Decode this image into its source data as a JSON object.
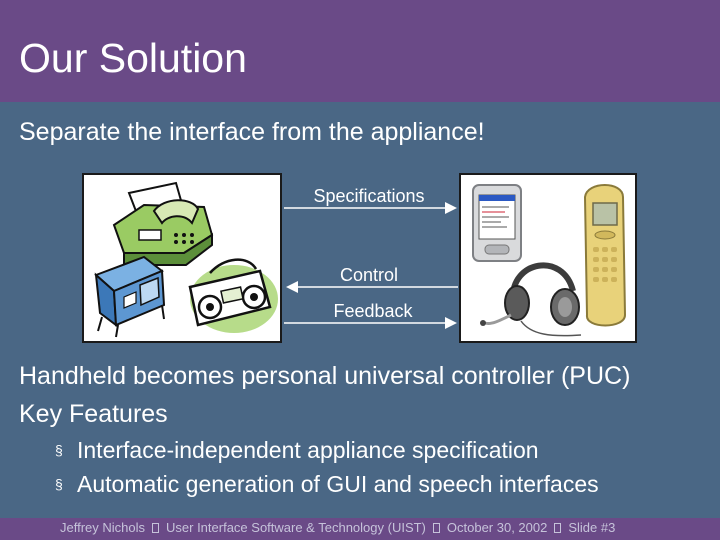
{
  "slide": {
    "title": "Our Solution",
    "subtitle": "Separate the interface from the appliance!",
    "diagram": {
      "specifications_label": "Specifications",
      "control_label": "Control",
      "feedback_label": "Feedback"
    },
    "main_points": [
      "Handheld becomes personal universal controller (PUC)",
      "Key Features"
    ],
    "bullets": [
      "Interface-independent appliance specification",
      "Automatic generation of GUI and speech interfaces"
    ],
    "bullet_mark": "§"
  },
  "footer": {
    "author": "Jeffrey Nichols",
    "venue": "User Interface Software & Technology (UIST)",
    "date": "October 30, 2002",
    "slide_number": "Slide #3"
  },
  "colors": {
    "title_bar": "#6a4a87",
    "background": "#4a6785",
    "text": "#ffffff",
    "footer_text": "#c6c3da"
  },
  "icons": [
    "fax-machine-icon",
    "copier-icon",
    "boombox-icon",
    "pda-icon",
    "headset-icon",
    "mobile-phone-icon"
  ]
}
